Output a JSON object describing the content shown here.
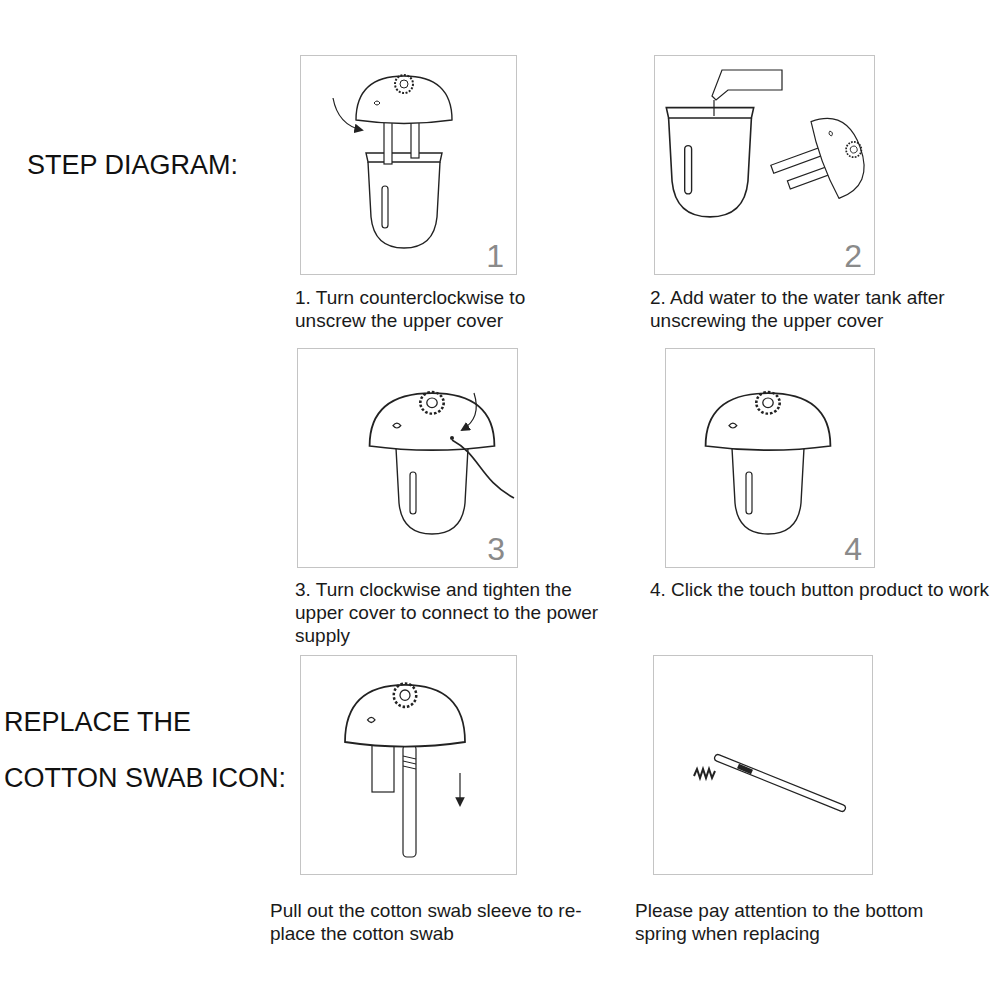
{
  "diagram": {
    "nodes": [
      {
        "text": [
          "1",
          "1. Turn counterclockwise to unscrew the upper cover"
        ]
      },
      {
        "text": [
          "2",
          "2. Add water to the water tank after unscrewing the upper cover"
        ]
      },
      {
        "text": [
          "3",
          "3. Turn clockwise and tighten the upper cover to connect to the power supply"
        ]
      },
      {
        "text": [
          "4",
          "4. Click the touch button product to work"
        ]
      },
      {
        "text": [
          "Pull out the cotton swab sleeve to re- place the cotton swab"
        ]
      },
      {
        "text": [
          "Please pay attention to the bottom spring when replacing"
        ]
      }
    ],
    "labels": [
      "STEP DIAGRAM:",
      "REPLACE THE COTTON SWAB ICON:"
    ]
  }
}
